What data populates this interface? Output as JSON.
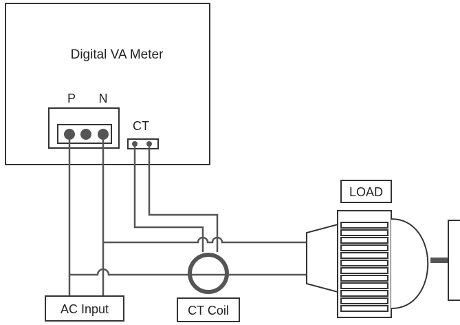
{
  "meter": {
    "title": "Digital VA Meter",
    "terminal_p": "P",
    "terminal_n": "N",
    "terminal_ct": "CT"
  },
  "labels": {
    "load": "LOAD",
    "ac_input": "AC Input",
    "ct_coil": "CT Coil"
  },
  "colors": {
    "stroke": "#333333",
    "wire": "#555555",
    "background": "#ffffff"
  }
}
